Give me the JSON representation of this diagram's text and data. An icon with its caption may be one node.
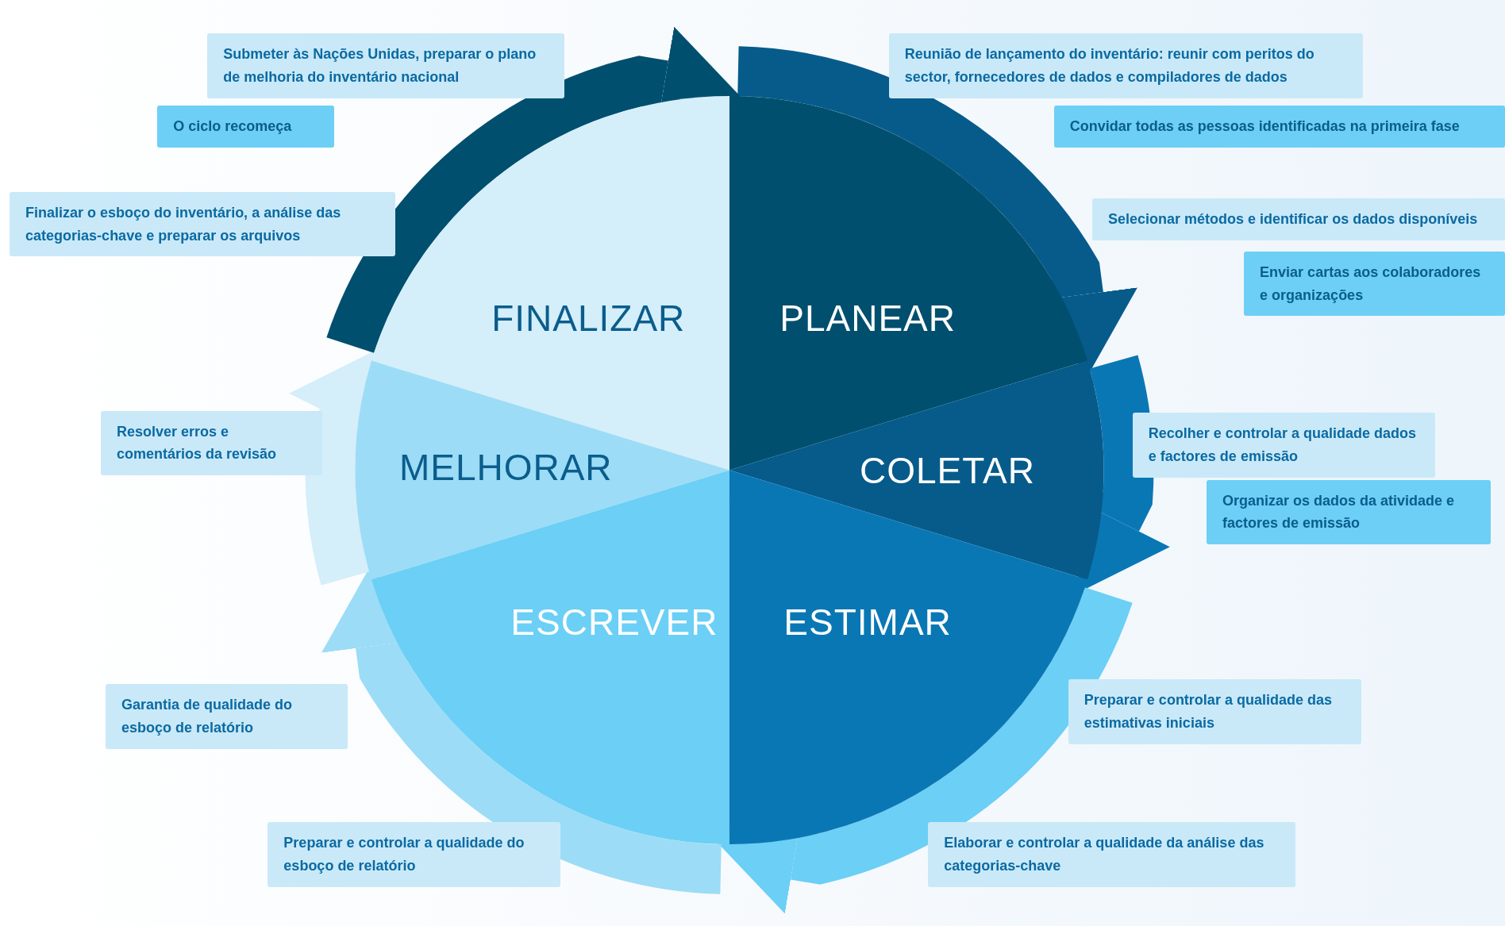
{
  "diagram": {
    "nodes": [
      {
        "text": [
          "FINALIZAR"
        ]
      },
      {
        "text": [
          "PLANEAR"
        ]
      },
      {
        "text": [
          "MELHORAR"
        ]
      },
      {
        "text": [
          "COLETAR"
        ]
      },
      {
        "text": [
          "ESCREVER"
        ]
      },
      {
        "text": [
          "ESTIMAR"
        ]
      },
      {
        "text": [
          "Submeter às Nações Unidas, preparar o plano de melhoria do inventário nacional"
        ]
      },
      {
        "text": [
          "Reunião de lançamento do inventário: reunir com peritos do sector, fornecedores de dados e compiladores de dados"
        ]
      },
      {
        "text": [
          "O ciclo recomeça"
        ]
      },
      {
        "text": [
          "Convidar todas as pessoas identificadas na primeira fase"
        ]
      },
      {
        "text": [
          "Finalizar o esboço do inventário, a análise das categorias-chave e preparar os arquivos"
        ]
      },
      {
        "text": [
          "Selecionar métodos e identificar os dados disponíveis"
        ]
      },
      {
        "text": [
          "Enviar cartas aos colaboradores e organizações"
        ]
      },
      {
        "text": [
          "Resolver erros e comentários da revisão"
        ]
      },
      {
        "text": [
          "Recolher e controlar a qualidade dados e factores de emissão"
        ]
      },
      {
        "text": [
          "Organizar os dados da atividade e factores de emissão"
        ]
      },
      {
        "text": [
          "Garantia de qualidade do esboço de relatório"
        ]
      },
      {
        "text": [
          "Preparar e controlar a qualidade das estimativas iniciais"
        ]
      },
      {
        "text": [
          "Preparar e controlar a qualidade do esboço de relatório"
        ]
      },
      {
        "text": [
          "Elaborar e controlar a qualidade da análise das categorias-chave"
        ]
      }
    ],
    "edges": [
      {
        "from": 1,
        "to": 3,
        "arrow": "to",
        "color": "#065b8b"
      },
      {
        "from": 3,
        "to": 5,
        "arrow": "to",
        "color": "#0a77b5"
      },
      {
        "from": 5,
        "to": 4,
        "arrow": "to",
        "color": "#6ccff5"
      },
      {
        "from": 4,
        "to": 2,
        "arrow": "to",
        "color": "#9cdcf6"
      },
      {
        "from": 2,
        "to": 0,
        "arrow": "to",
        "color": "#d4eefa"
      },
      {
        "from": 0,
        "to": 1,
        "arrow": "to",
        "color": "#004f6e"
      }
    ]
  }
}
